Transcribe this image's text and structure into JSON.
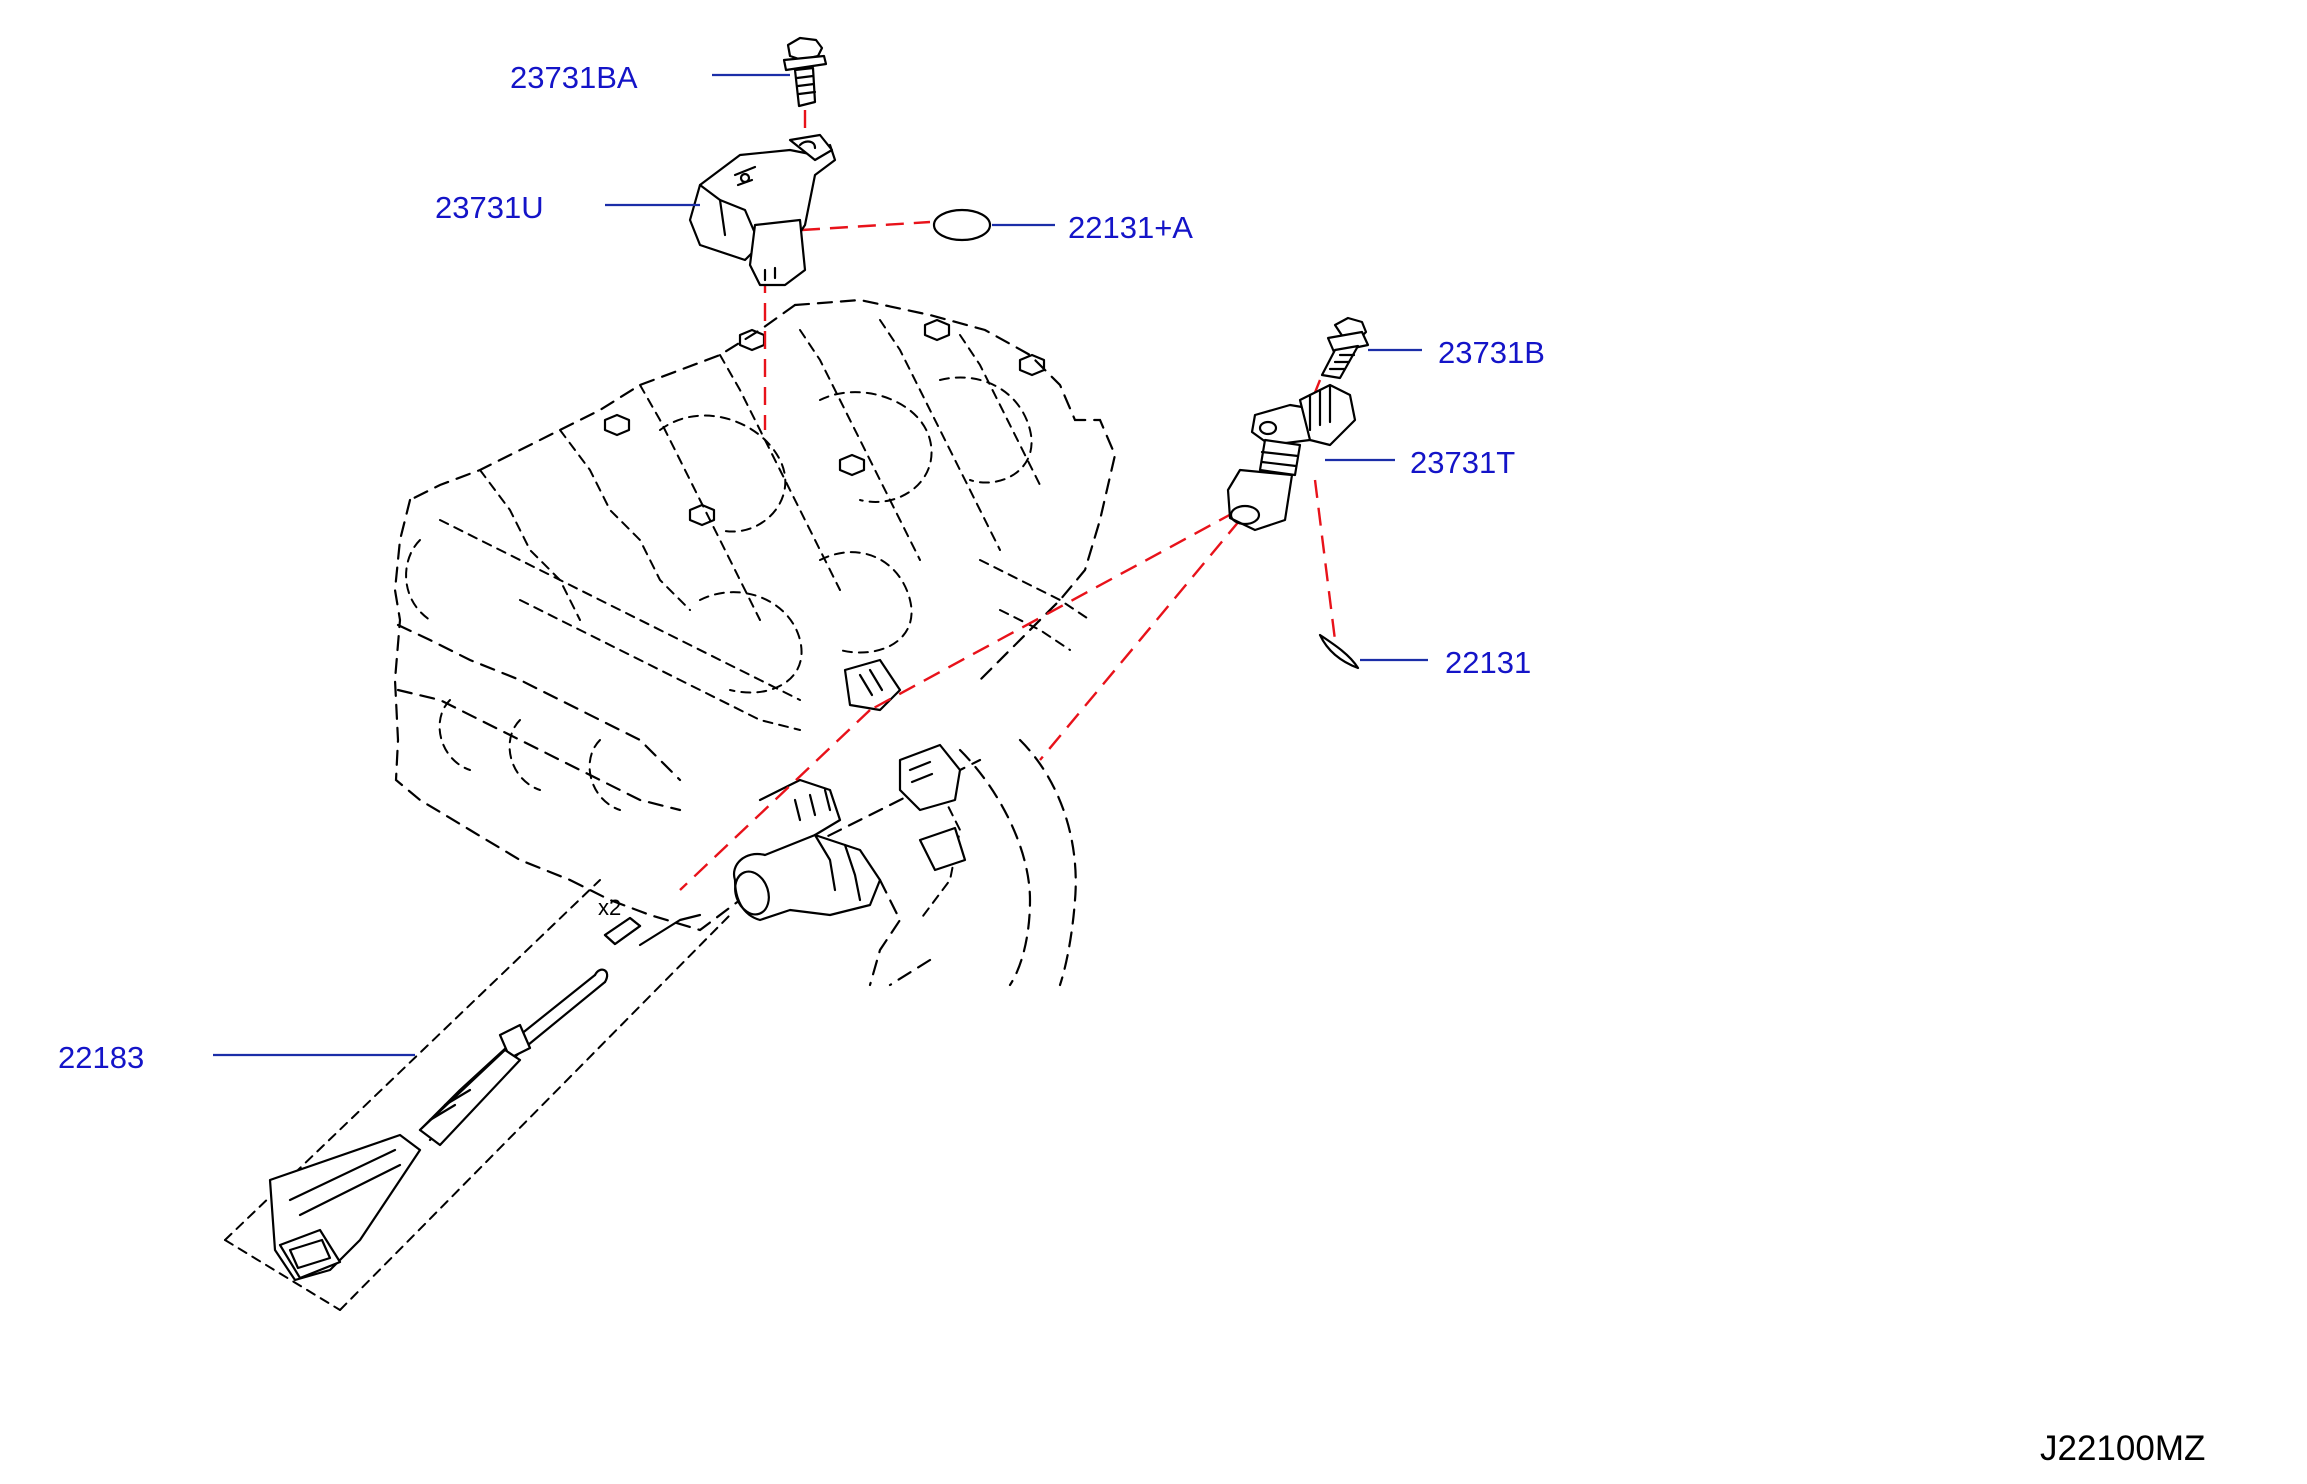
{
  "diagram": {
    "reference_code": "J22100MZ",
    "quantity_note": "x2",
    "colors": {
      "part_label": "#1414c8",
      "leader_line": "#1b2ea8",
      "assembly_line": "#e8121a",
      "drawing": "#000000"
    },
    "callouts": [
      {
        "id": "bolt-cam-sensor",
        "label": "23731BA"
      },
      {
        "id": "camshaft-position-sensor",
        "label": "23731U"
      },
      {
        "id": "o-ring-cam",
        "label": "22131+A"
      },
      {
        "id": "bolt-crank-sensor",
        "label": "23731B"
      },
      {
        "id": "crankshaft-position-sensor",
        "label": "23731T"
      },
      {
        "id": "o-ring-crank",
        "label": "22131"
      },
      {
        "id": "sensor-harness",
        "label": "22183"
      }
    ]
  }
}
